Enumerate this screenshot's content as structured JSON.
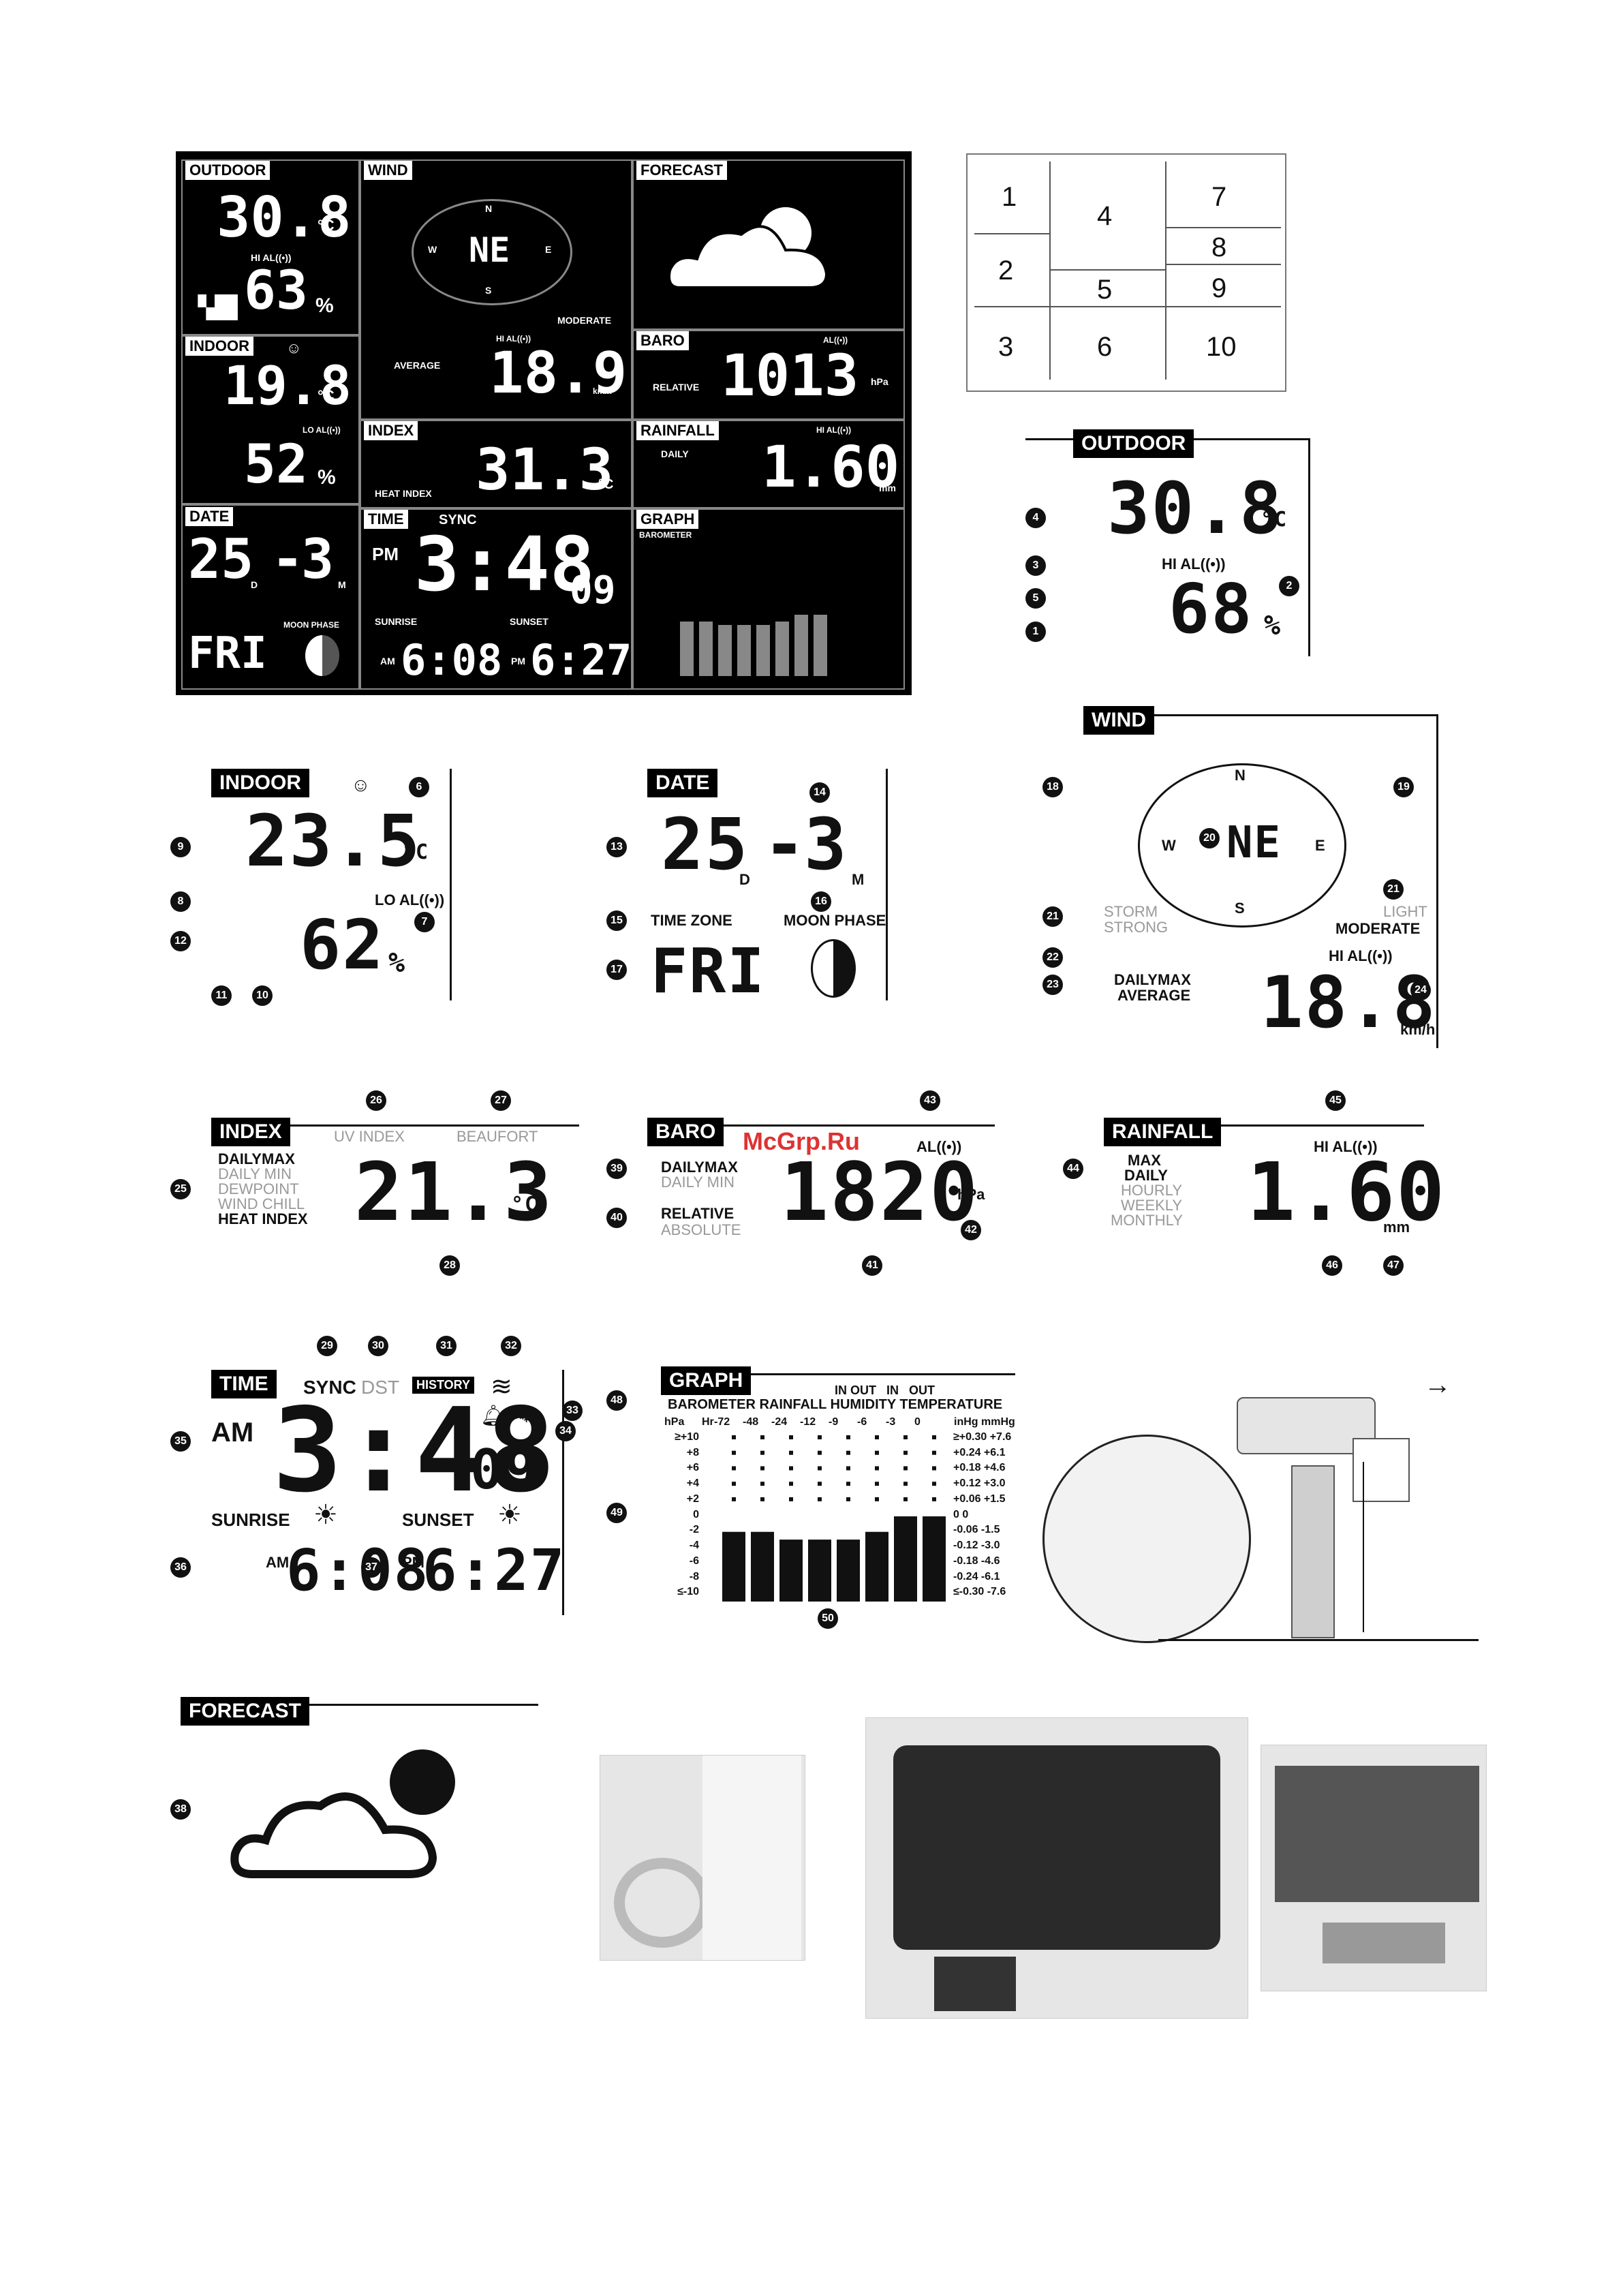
{
  "panel": {
    "outdoor": {
      "tag": "OUTDOOR",
      "temp": "30.8",
      "hi": "HI AL((•))",
      "humid": "63",
      "pct": "%",
      "unit": "°C"
    },
    "indoor": {
      "tag": "INDOOR",
      "temp": "19.8",
      "lo": "LO AL((•))",
      "humid": "52",
      "pct": "%",
      "unit": "°C"
    },
    "date": {
      "tag": "DATE",
      "day": "25",
      "dsuffix": "D",
      "month": "3",
      "msuffix": "M",
      "weekday": "FRI",
      "moon": "MOON PHASE"
    },
    "wind": {
      "tag": "WIND",
      "dir": "NE",
      "n": "N",
      "s": "S",
      "w": "W",
      "e": "E",
      "level": "MODERATE",
      "label": "AVERAGE",
      "speed": "18.9",
      "unit": "km/h",
      "hi": "HI AL((•))"
    },
    "index": {
      "tag": "INDEX",
      "label": "HEAT INDEX",
      "value": "31.3",
      "unit": "°C"
    },
    "time": {
      "tag": "TIME",
      "sync": "SYNC",
      "ampm": "PM",
      "clock": "3:48",
      "sec": "09",
      "sunrise": "SUNRISE",
      "sunset": "SUNSET",
      "rise_ampm": "AM",
      "rise": "6:08",
      "set_ampm": "PM",
      "set": "6:27"
    },
    "forecast": {
      "tag": "FORECAST"
    },
    "baro": {
      "tag": "BARO",
      "label": "RELATIVE",
      "value": "1013",
      "unit": "hPa",
      "al": "AL((•))"
    },
    "rainfall": {
      "tag": "RAINFALL",
      "label": "DAILY",
      "value": "1.60",
      "unit": "mm",
      "hi": "HI AL((•))"
    },
    "graph": {
      "tag": "GRAPH",
      "label": "BAROMETER"
    }
  },
  "grid": {
    "cells": [
      "1",
      "2",
      "3",
      "4",
      "5",
      "6",
      "7",
      "8",
      "9",
      "10"
    ]
  },
  "outdoor_detail": {
    "tag": "OUTDOOR",
    "temp": "30.8",
    "unit": "°C",
    "hi": "HI AL((•))",
    "humid": "68",
    "pct": "%",
    "callouts": [
      "4",
      "3",
      "5",
      "1",
      "2"
    ]
  },
  "indoor_detail": {
    "tag": "INDOOR",
    "temp": "23.5",
    "unit": "°C",
    "lo": "LO AL((•))",
    "humid": "62",
    "pct": "%",
    "callouts": [
      "6",
      "9",
      "8",
      "7",
      "12",
      "11",
      "10"
    ]
  },
  "date_detail": {
    "tag": "DATE",
    "day": "25",
    "dsuffix": "D",
    "month": "3",
    "msuffix": "M",
    "tz": "TIME ZONE",
    "moon": "MOON PHASE",
    "weekday": "FRI",
    "callouts": [
      "14",
      "13",
      "15",
      "16",
      "17"
    ]
  },
  "wind_detail": {
    "tag": "WIND",
    "n": "N",
    "s": "S",
    "w": "W",
    "e": "E",
    "dir": "NE",
    "storm": "STORM",
    "strong": "STRONG",
    "light": "LIGHT",
    "moderate": "MODERATE",
    "hi": "HI AL((•))",
    "dailymax": "DAILYMAX",
    "average": "AVERAGE",
    "speed": "18.8",
    "unit": "km/h",
    "callouts": [
      "18",
      "19",
      "20",
      "21",
      "21",
      "22",
      "23",
      "24"
    ]
  },
  "index_detail": {
    "tag": "INDEX",
    "uv": "UV INDEX",
    "beaufort": "BEAUFORT",
    "items": [
      "DAILYMAX",
      "DAILY MIN",
      "DEWPOINT",
      "WIND CHILL",
      "HEAT INDEX"
    ],
    "value": "21.3",
    "unit": "°C",
    "callouts": [
      "26",
      "27",
      "25",
      "28"
    ]
  },
  "baro_detail": {
    "tag": "BARO",
    "al": "AL((•))",
    "items": [
      "DAILYMAX",
      "DAILY MIN"
    ],
    "rel": "RELATIVE",
    "abs": "ABSOLUTE",
    "value": "1820",
    "unit": "hPa",
    "watermark": "McGrp.Ru",
    "callouts": [
      "43",
      "39",
      "40",
      "41",
      "42"
    ]
  },
  "rain_detail": {
    "tag": "RAINFALL",
    "hi": "HI AL((•))",
    "items": [
      "MAX",
      "DAILY",
      "HOURLY",
      "WEEKLY",
      "MONTHLY"
    ],
    "value": "1.60",
    "unit": "mm",
    "callouts": [
      "45",
      "44",
      "46",
      "47"
    ]
  },
  "time_detail": {
    "tag": "TIME",
    "sync": "SYNC",
    "dst": "DST",
    "history": "HISTORY",
    "ampm": "AM",
    "clock": "3:48",
    "sec": "09",
    "sunrise": "SUNRISE",
    "sunset": "SUNSET",
    "rise_ampm": "AM",
    "rise": "6:08",
    "set_ampm": "PM",
    "set": "6:27",
    "callouts": [
      "29",
      "30",
      "31",
      "32",
      "33",
      "34",
      "35",
      "36",
      "37"
    ]
  },
  "graph_detail": {
    "tag": "GRAPH",
    "header1": "IN OUT   IN   OUT",
    "header2": "BAROMETER RAINFALL HUMIDITY TEMPERATURE",
    "hpa": "hPa",
    "hr": "Hr",
    "hours": [
      "-72",
      "-48",
      "-24",
      "-12",
      "-9",
      "-6",
      "-3",
      "0"
    ],
    "units": "inHg mmHg",
    "left_scale": [
      "≥+10",
      "+8",
      "+6",
      "+4",
      "+2",
      "0",
      "-2",
      "-4",
      "-6",
      "-8",
      "≤-10"
    ],
    "right_scale": [
      "≥+0.30 +7.6",
      "+0.24 +6.1",
      "+0.18 +4.6",
      "+0.12 +3.0",
      "+0.06 +1.5",
      "0 0",
      "-0.06 -1.5",
      "-0.12 -3.0",
      "-0.18 -4.6",
      "-0.24 -6.1",
      "≤-0.30 -7.6"
    ],
    "bars": [
      -2,
      -2,
      -3,
      -3,
      -3,
      -2,
      0,
      0
    ],
    "callouts": [
      "48",
      "49",
      "50"
    ]
  },
  "forecast_detail": {
    "tag": "FORECAST",
    "callouts": [
      "38"
    ]
  }
}
